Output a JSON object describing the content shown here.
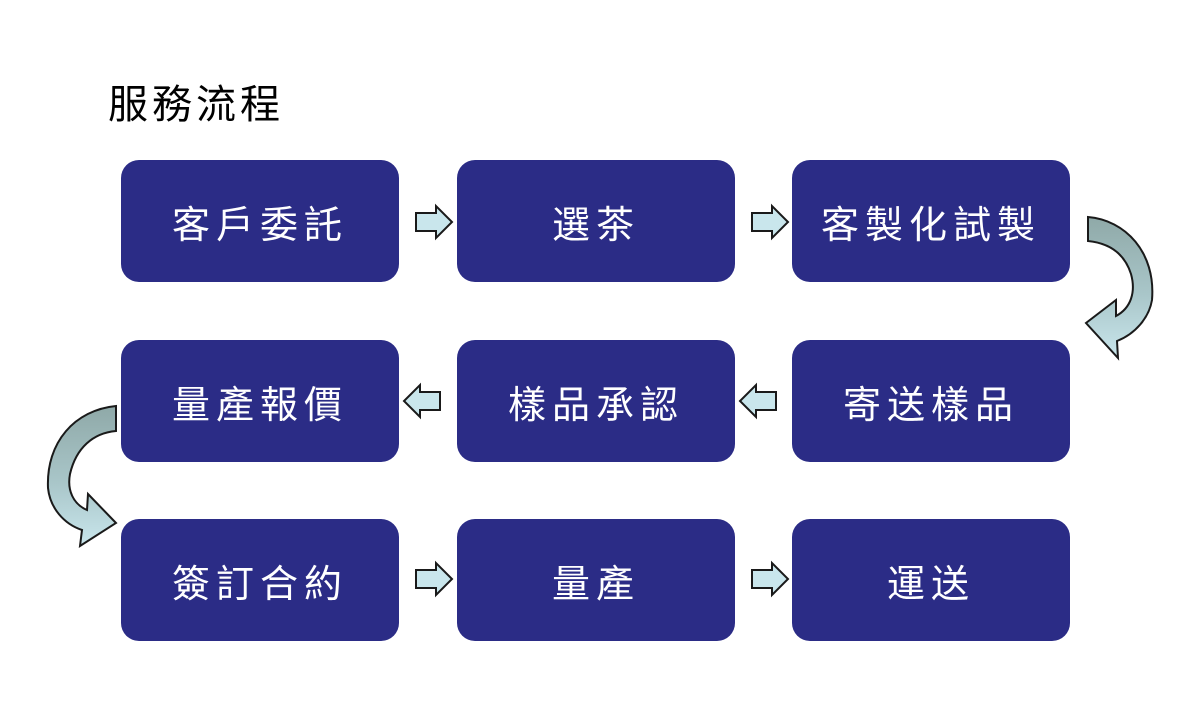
{
  "title": "服務流程",
  "steps": [
    "客戶委託",
    "選茶",
    "客製化試製",
    "寄送樣品",
    "樣品承認",
    "量產報價",
    "簽訂合約",
    "量產",
    "運送"
  ],
  "colors": {
    "box_fill": "#2b2c86",
    "box_text": "#ffffff",
    "arrow_fill": "#c9e6ec",
    "arrow_stroke": "#1a1a1a",
    "curve_fill_dark": "#8fa9a8",
    "curve_fill_light": "#bcdde3"
  }
}
